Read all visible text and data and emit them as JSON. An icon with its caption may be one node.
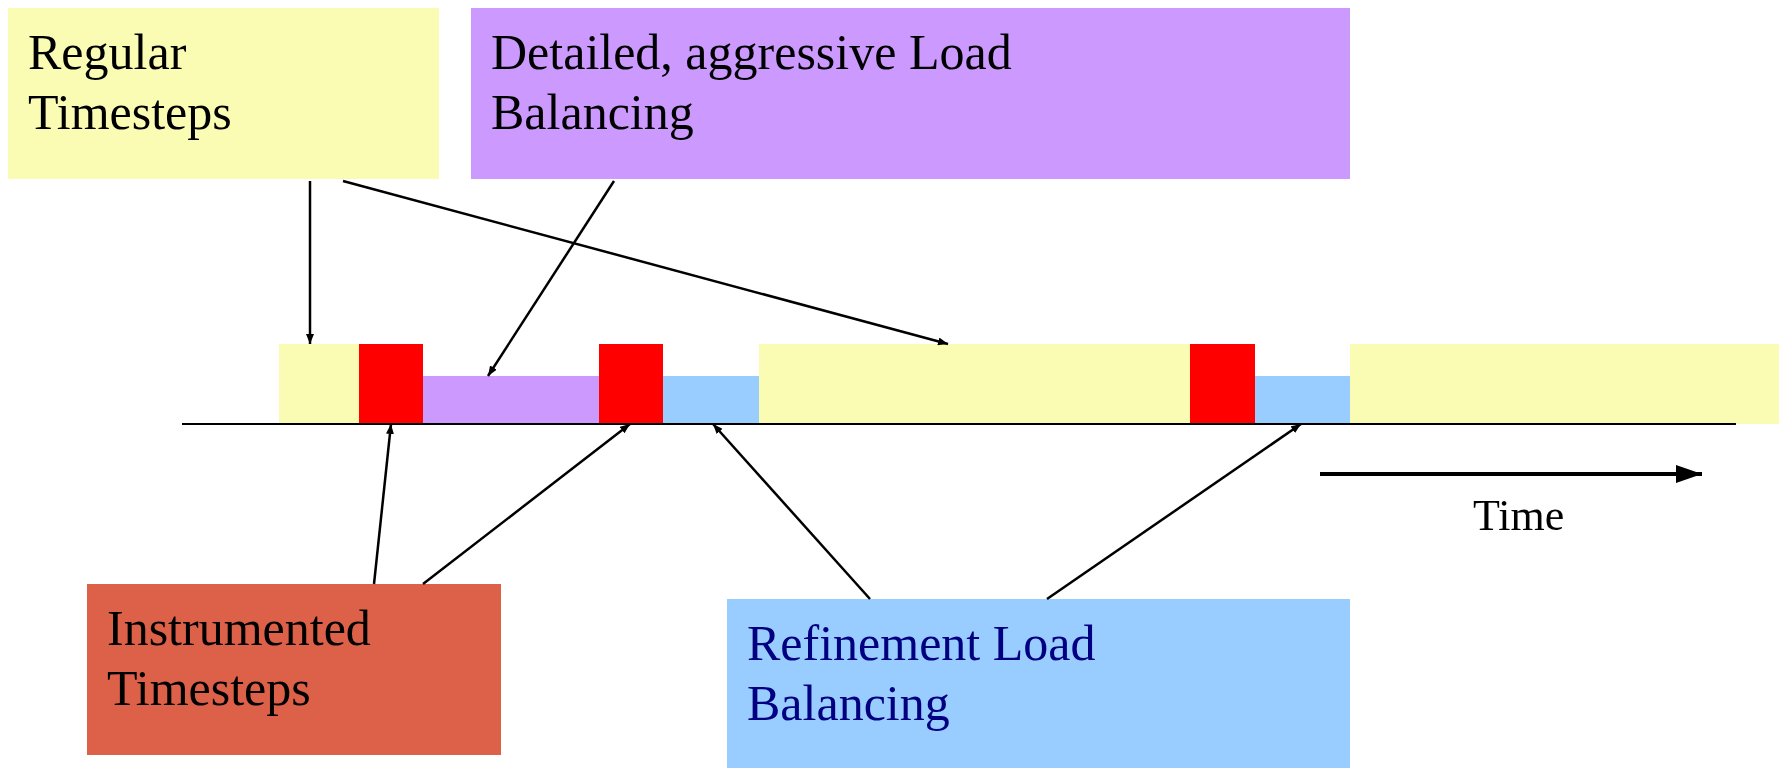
{
  "diagram": {
    "nodes": [
      {
        "text": [
          "Regular Timesteps"
        ]
      },
      {
        "text": [
          "Detailed, aggressive Load Balancing"
        ]
      },
      {
        "text": [
          "Instrumented Timesteps"
        ]
      },
      {
        "text": [
          "Refinement Load Balancing"
        ]
      },
      {
        "text": [],
        "shape": "bar"
      },
      {
        "text": [],
        "shape": "bar"
      },
      {
        "text": [],
        "shape": "bar"
      },
      {
        "text": [],
        "shape": "bar"
      },
      {
        "text": [],
        "shape": "bar"
      },
      {
        "text": [],
        "shape": "bar"
      },
      {
        "text": [],
        "shape": "bar"
      },
      {
        "text": [],
        "shape": "bar"
      },
      {
        "text": [],
        "shape": "bar"
      }
    ],
    "edges": [
      {
        "from": 0,
        "to": 4,
        "arrow": "to"
      },
      {
        "from": 0,
        "to": 9,
        "arrow": "to"
      },
      {
        "from": 1,
        "to": 6,
        "arrow": "to"
      },
      {
        "from": 2,
        "to": 5,
        "arrow": "to"
      },
      {
        "from": 2,
        "to": 7,
        "arrow": "to"
      },
      {
        "from": 3,
        "to": 8,
        "arrow": "to"
      },
      {
        "from": 3,
        "to": 11,
        "arrow": "to"
      }
    ],
    "labels": [
      "Time"
    ]
  }
}
